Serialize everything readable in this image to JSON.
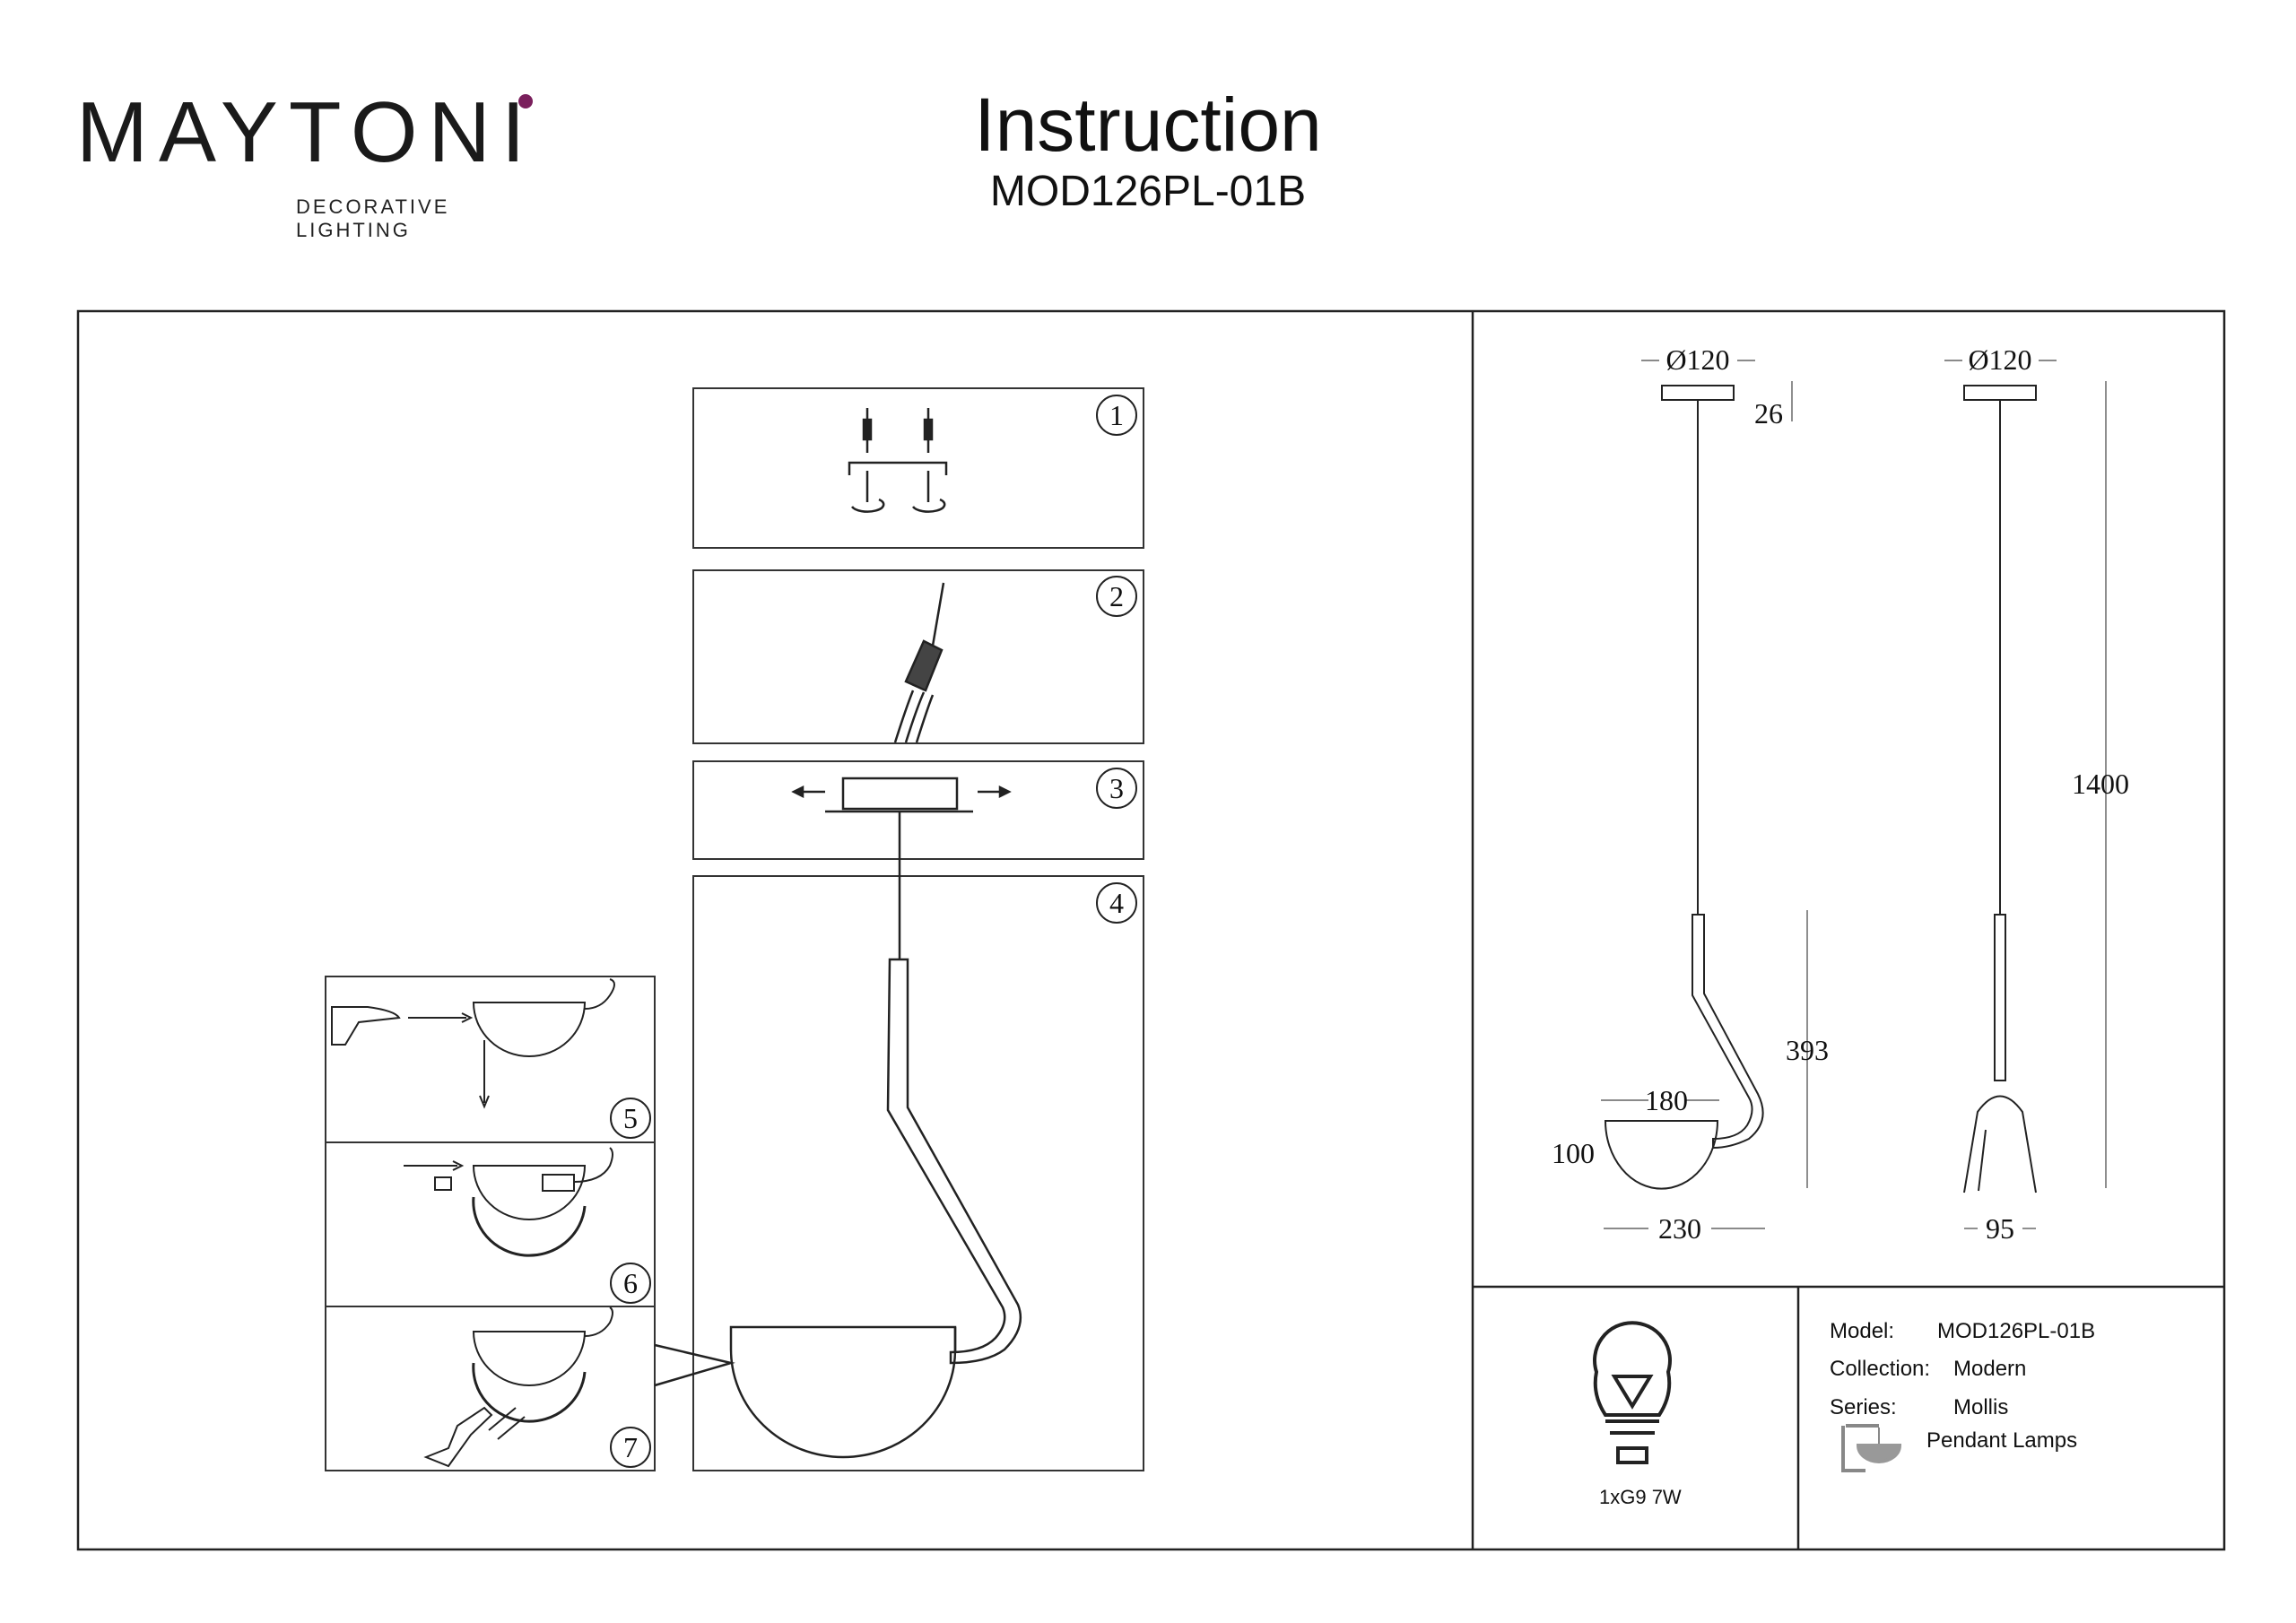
{
  "brand": {
    "name": "MAYTONI",
    "tagline": "DECORATIVE LIGHTING",
    "dot_color": "#7a1f5c"
  },
  "header": {
    "title": "Instruction",
    "model_code": "MOD126PL-01B"
  },
  "steps": [
    "1",
    "2",
    "3",
    "4",
    "5",
    "6",
    "7"
  ],
  "dimensions": {
    "canopy_front": "Ø120",
    "canopy_side": "Ø120",
    "canopy_height": "26",
    "total_height": "1400",
    "arm_height": "393",
    "shade_inner": "180",
    "shade_height": "100",
    "width_front": "230",
    "width_side": "95"
  },
  "bulb": {
    "spec": "1xG9 7W",
    "icon": "bulb-icon"
  },
  "specs": {
    "model_label": "Model:",
    "model_value": "MOD126PL-01B",
    "collection_label": "Collection:",
    "collection_value": "Modern",
    "series_label": "Series:",
    "series_value": "Mollis",
    "type_value": "Pendant Lamps",
    "type_icon": "pendant-lamp-icon"
  }
}
